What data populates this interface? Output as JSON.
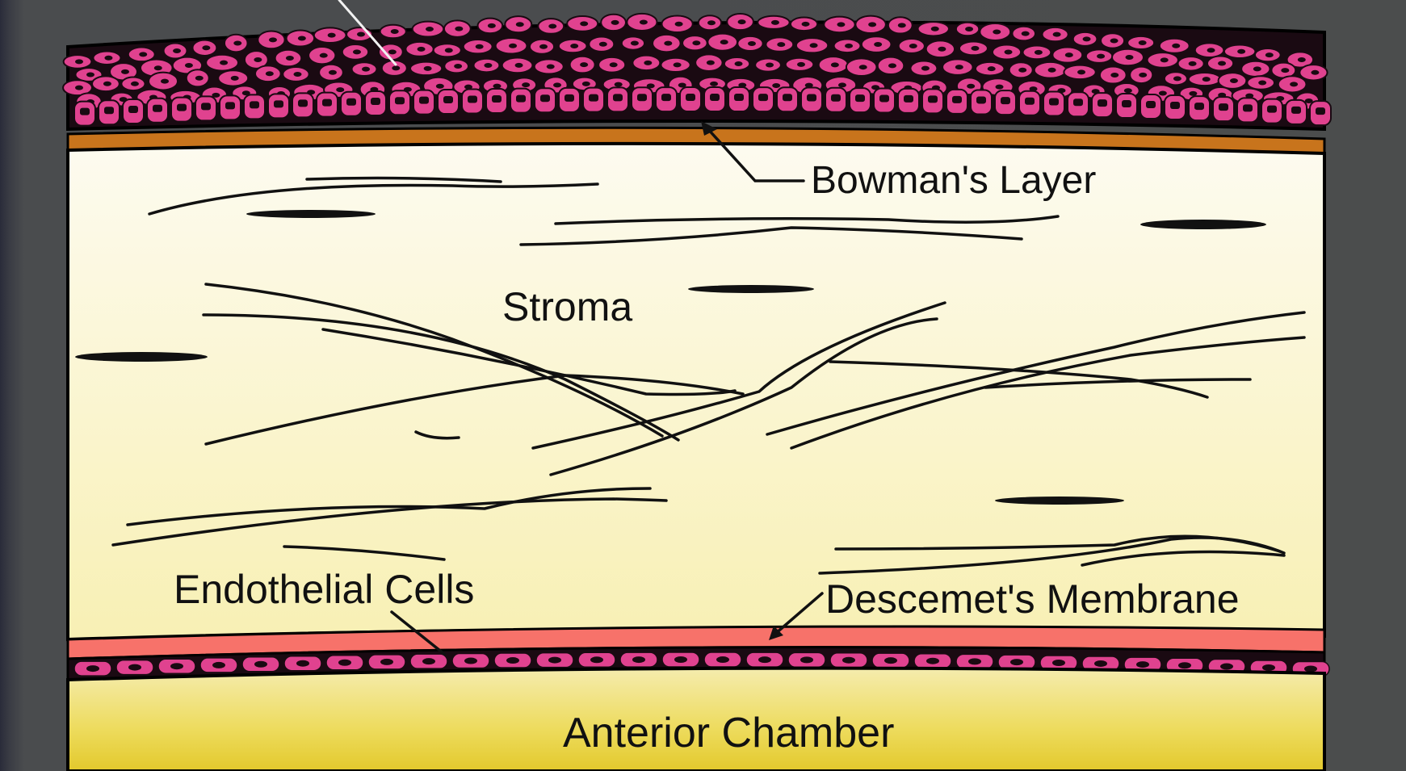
{
  "diagram": {
    "labels": {
      "bowmans_layer": "Bowman's Layer",
      "stroma": "Stroma",
      "endothelial_cells": "Endothelial Cells",
      "descemets_membrane": "Descemet's Membrane",
      "anterior_chamber": "Anterior Chamber"
    },
    "colors": {
      "background": "#4b4d4d",
      "epithelium_cells": "#e0428f",
      "epithelium_dark": "#1a0a12",
      "bowmans_layer": "#c8741c",
      "stroma_top": "#fcf8e4",
      "stroma_bottom": "#f8f0b4",
      "descemets_membrane": "#f7726a",
      "endothelium": "#e0428f",
      "anterior_chamber": "#e8d040",
      "ink": "#111111"
    }
  }
}
